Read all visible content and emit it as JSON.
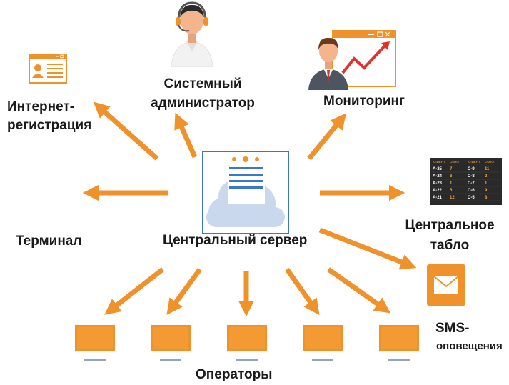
{
  "colors": {
    "arrow": "#f0922b",
    "monitor": "#f0922b",
    "monitor_dark": "#d97d1a",
    "stand": "#8fa5c8",
    "cloud": "#c9d8ec",
    "frame": "#3c78c8",
    "text": "#1a1a1a",
    "board_bg": "#2a2a2a",
    "board_text": "#f3a23a"
  },
  "labels": {
    "internet": "Интернет-\nрегистрация",
    "sysadmin": "Системный\nадминистратор",
    "monitoring": "Мониторинг",
    "terminal": "Терминал",
    "server": "Центральный сервер",
    "board": "Центральное\nтабло",
    "sms_line1": "SMS-",
    "sms_line2": "оповещения",
    "operators": "Операторы"
  },
  "icons": {
    "internet": "registration-form-icon",
    "sysadmin": "headset-operator-icon",
    "monitoring": "chart-monitor-icon",
    "server": "cloud-server-icon",
    "board": "queue-board-icon",
    "sms": "envelope-icon",
    "operator": "monitor-icon"
  },
  "board": {
    "header": [
      "КЛИЕНТ",
      "ОКНО",
      "КЛИЕНТ",
      "ОКНО"
    ],
    "rows": [
      [
        "А-25",
        "7",
        "С-9",
        "11"
      ],
      [
        "А-24",
        "6",
        "С-8",
        "2"
      ],
      [
        "А-23",
        "1",
        "С-7",
        "1"
      ],
      [
        "А-22",
        "5",
        "С-6",
        "9"
      ],
      [
        "А-21",
        "12",
        "С-5",
        "8"
      ]
    ]
  }
}
